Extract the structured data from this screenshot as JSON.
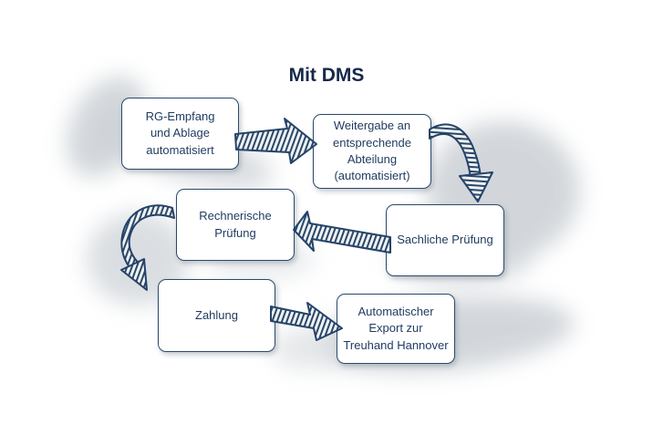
{
  "title": "Mit DMS",
  "colors": {
    "navy_text": "#1e3a5f",
    "box_border": "#2b4a6b",
    "title_color": "#15294b",
    "arrow_navy": "#2a4766",
    "swoosh_gray": "#cbd0d5"
  },
  "nodes": [
    {
      "id": "rg-empfang-ablage",
      "lines": [
        "RG-Empfang",
        "und Ablage",
        "automatisiert"
      ]
    },
    {
      "id": "weitergabe-abteilung",
      "lines": [
        "Weitergabe an",
        "entsprechende",
        "Abteilung",
        "(automatisiert)"
      ]
    },
    {
      "id": "rechnerische-pruefung",
      "lines": [
        "Rechnerische",
        "Prüfung"
      ]
    },
    {
      "id": "sachliche-pruefung",
      "lines": [
        "Sachliche Prüfung"
      ]
    },
    {
      "id": "zahlung",
      "lines": [
        "Zahlung"
      ]
    },
    {
      "id": "automatischer-export",
      "lines": [
        "Automatischer",
        "Export zur",
        "Treuhand Hannover"
      ]
    }
  ],
  "flows": [
    {
      "from": "RG-Empfang und Ablage automatisiert",
      "to": "Weitergabe an entsprechende Abteilung (automatisiert)",
      "style": "straight-right"
    },
    {
      "from": "Weitergabe an entsprechende Abteilung (automatisiert)",
      "to": "Sachliche Prüfung",
      "style": "curved-down"
    },
    {
      "from": "Sachliche Prüfung",
      "to": "Rechnerische Prüfung",
      "style": "straight-left"
    },
    {
      "from": "Rechnerische Prüfung",
      "to": "Zahlung",
      "style": "curved-down-left"
    },
    {
      "from": "Zahlung",
      "to": "Automatischer Export zur Treuhand Hannover",
      "style": "straight-right"
    }
  ]
}
